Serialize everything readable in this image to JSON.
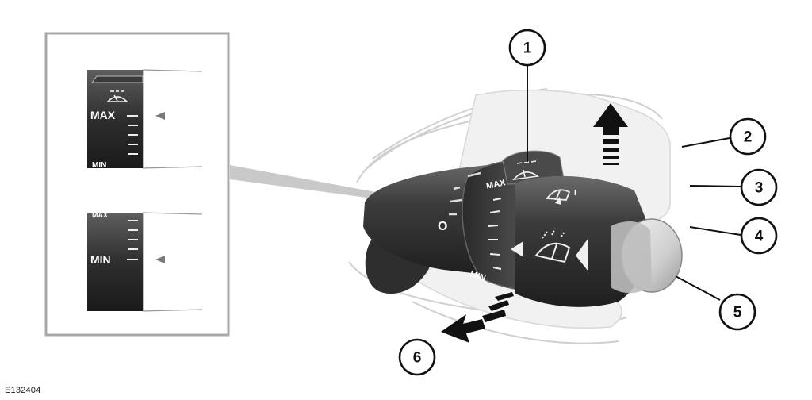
{
  "figure_code": "E132404",
  "callouts": [
    "1",
    "2",
    "3",
    "4",
    "5",
    "6"
  ],
  "inset": {
    "upper_scale_label": "MAX",
    "upper_scale_bottom_label": "MIN",
    "lower_scale_top_label": "MAX",
    "lower_scale_label": "MIN"
  },
  "stalk": {
    "ring_max_label": "MAX",
    "ring_min_label": "MIN",
    "off_mark": "O",
    "rear_wiper_mark": "I"
  },
  "colors": {
    "stalk_body": "#3a3a3a",
    "ghost_outline": "#cfcfcf",
    "inset_frame": "#a8a8a8",
    "end_cap": "#d8d8d8"
  },
  "icons": [
    "wiper-sensitivity-icon",
    "rear-wiper-icon",
    "front-wiper-wash-icon",
    "direction-arrow-up-icon",
    "direction-arrow-out-icon"
  ]
}
